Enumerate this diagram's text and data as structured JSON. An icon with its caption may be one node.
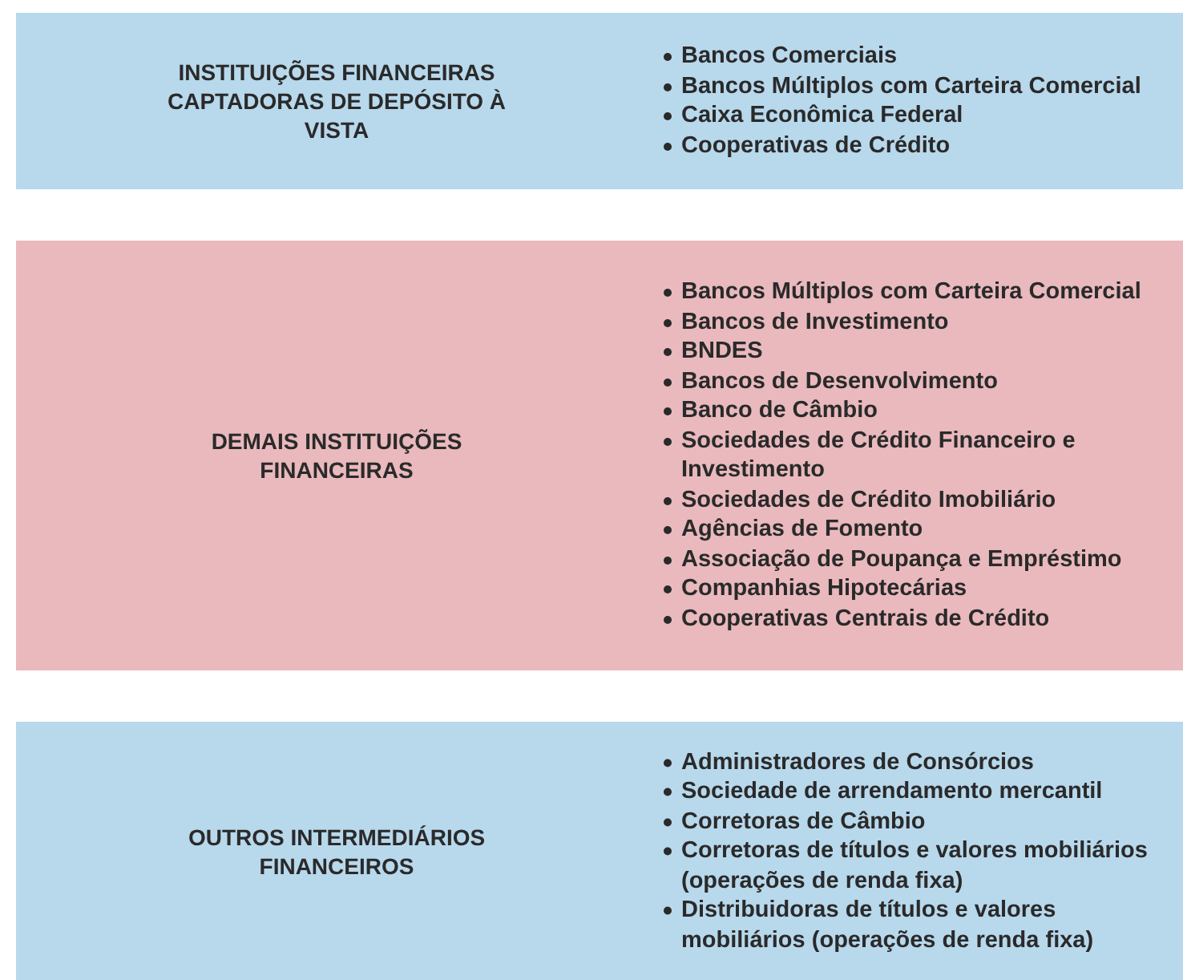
{
  "diagram": {
    "nodes": [
      {
        "text": [
          "INSTITUIÇÕES FINANCEIRAS CAPTADORAS DE DEPÓSITO À VISTA",
          "Bancos Comerciais",
          "Bancos Múltiplos com Carteira Comercial",
          "Caixa Econômica Federal",
          "Cooperativas de Crédito"
        ]
      },
      {
        "text": [
          "DEMAIS INSTITUIÇÕES FINANCEIRAS",
          "Bancos Múltiplos com Carteira Comercial",
          "Bancos de Investimento",
          "BNDES",
          "Bancos de Desenvolvimento",
          "Banco de Câmbio",
          "Sociedades de Crédito Financeiro e Investimento",
          "Sociedades de Crédito Imobiliário",
          "Agências de Fomento",
          "Associação de Poupança e Empréstimo",
          "Companhias Hipotecárias",
          "Cooperativas Centrais de Crédito"
        ]
      },
      {
        "text": [
          "OUTROS INTERMEDIÁRIOS FINANCEIROS",
          "Administradores de Consórcios",
          "Sociedade de arrendamento mercantil",
          "Corretoras de Câmbio",
          "Corretoras de títulos e valores mobiliários (operações de renda fixa)",
          "Distribuidoras de títulos e valores mobiliários (operações de renda fixa)"
        ]
      }
    ]
  }
}
